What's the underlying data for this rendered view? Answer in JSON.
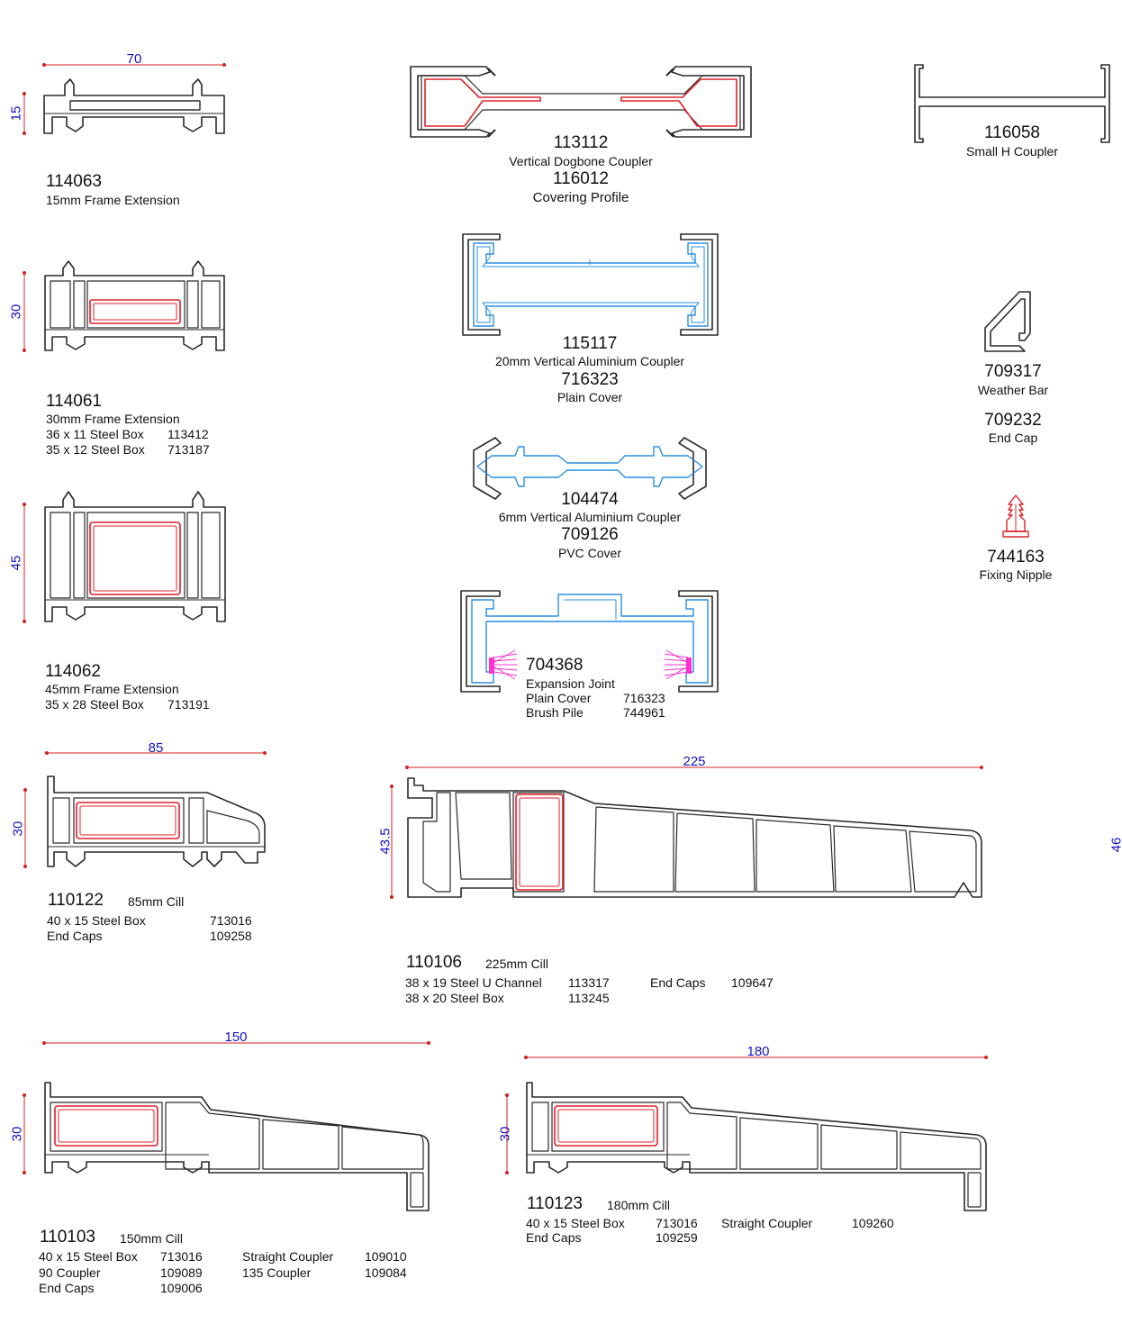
{
  "colors": {
    "outline": "#2a2a2a",
    "steel": "#e0202a",
    "aluminium": "#2a8fe0",
    "brush": "#ff30d0",
    "dimension_text": "#1414c8",
    "dimension_line": "#d22020"
  },
  "profiles": {
    "p114063": {
      "code": "114063",
      "name": "15mm Frame Extension",
      "width_dim": "70",
      "height_dim": "15"
    },
    "p114061": {
      "code": "114061",
      "name": "30mm Frame Extension",
      "height_dim": "30",
      "rows": [
        {
          "label": "36 x 11 Steel Box",
          "code": "113412"
        },
        {
          "label": "35 x 12 Steel Box",
          "code": "713187"
        }
      ]
    },
    "p114062": {
      "code": "114062",
      "name": "45mm Frame Extension",
      "height_dim": "45",
      "rows": [
        {
          "label": "35 x 28 Steel Box",
          "code": "713191"
        }
      ]
    },
    "p113112": {
      "code": "113112",
      "name": "Vertical Dogbone Coupler",
      "code2": "116012",
      "name2": "Covering Profile"
    },
    "p116058": {
      "code": "116058",
      "name": "Small H Coupler"
    },
    "p115117": {
      "code": "115117",
      "name": "20mm Vertical Aluminium Coupler",
      "code2": "716323",
      "name2": "Plain Cover"
    },
    "p709317": {
      "code": "709317",
      "name": "Weather Bar",
      "code2": "709232",
      "name2": "End Cap"
    },
    "p104474": {
      "code": "104474",
      "name": "6mm Vertical Aluminium Coupler",
      "code2": "709126",
      "name2": "PVC Cover"
    },
    "p744163": {
      "code": "744163",
      "name": "Fixing Nipple"
    },
    "p704368": {
      "code": "704368",
      "name": "Expansion Joint",
      "rows": [
        {
          "label": "Plain Cover",
          "code": "716323"
        },
        {
          "label": "Brush Pile",
          "code": "744961"
        }
      ]
    },
    "p110122": {
      "code": "110122",
      "name": "85mm Cill",
      "width_dim": "85",
      "height_dim": "30",
      "rows": [
        {
          "label": "40 x 15 Steel Box",
          "code": "713016"
        },
        {
          "label": "End Caps",
          "code": "109258"
        }
      ]
    },
    "p110106": {
      "code": "110106",
      "name": "225mm Cill",
      "width_dim": "225",
      "height_dim": "43.5",
      "side_dim": "46",
      "rows": [
        {
          "label": "38 x 19 Steel U Channel",
          "code": "113317",
          "label2": "End Caps",
          "code2": "109647"
        },
        {
          "label": "38 x 20 Steel Box",
          "code": "113245"
        }
      ]
    },
    "p110103": {
      "code": "110103",
      "name": "150mm Cill",
      "width_dim": "150",
      "height_dim": "30",
      "rows": [
        {
          "label": "40 x 15 Steel Box",
          "code": "713016",
          "label2": "Straight Coupler",
          "code2": "109010"
        },
        {
          "label": "90 Coupler",
          "code": "109089",
          "label2": "135 Coupler",
          "code2": "109084"
        },
        {
          "label": "End Caps",
          "code": "109006"
        }
      ]
    },
    "p110123": {
      "code": "110123",
      "name": "180mm Cill",
      "width_dim": "180",
      "height_dim": "30",
      "rows": [
        {
          "label": "40 x 15 Steel Box",
          "code": "713016",
          "label2": "Straight Coupler",
          "code2": "109260"
        },
        {
          "label": "End Caps",
          "code": "109259"
        }
      ]
    }
  }
}
